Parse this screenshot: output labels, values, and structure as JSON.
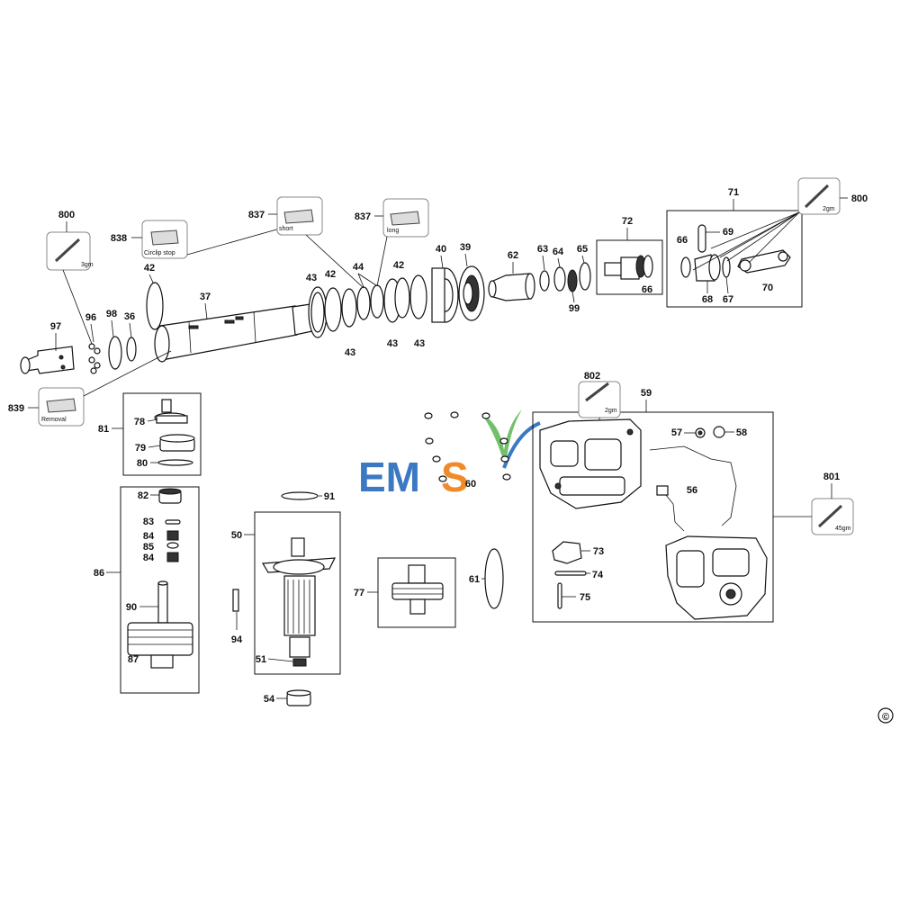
{
  "logo": {
    "text_em": "EM",
    "text_s": "S",
    "colors": {
      "blue": "#3b79c2",
      "orange": "#f08a2a",
      "green": "#5ab552"
    }
  },
  "copyright": "©",
  "tool_cards": {
    "c800_left": {
      "number": "800",
      "caption": "3gm"
    },
    "c838": {
      "number": "838",
      "caption": "Circlip stop"
    },
    "c837_short": {
      "number": "837",
      "caption": "short"
    },
    "c837_long": {
      "number": "837",
      "caption": "long"
    },
    "c839": {
      "number": "839",
      "caption": "Removal"
    },
    "c800_right": {
      "number": "800",
      "caption": "2gm"
    },
    "c802": {
      "number": "802",
      "caption": "2gm"
    },
    "c801": {
      "number": "801",
      "caption": "45gm"
    }
  },
  "callouts": {
    "p97": "97",
    "p96": "96",
    "p98": "98",
    "p36": "36",
    "p42a": "42",
    "p37": "37",
    "p43a": "43",
    "p42b": "42",
    "p44": "44",
    "p43b": "43",
    "p43c": "43",
    "p42c": "42",
    "p43d": "43",
    "p40": "40",
    "p39": "39",
    "p62": "62",
    "p63": "63",
    "p64": "64",
    "p65": "65",
    "p99": "99",
    "p72": "72",
    "p66a": "66",
    "p71": "71",
    "p69": "69",
    "p66b": "66",
    "p68": "68",
    "p67": "67",
    "p70": "70",
    "p81": "81",
    "p78": "78",
    "p79": "79",
    "p80": "80",
    "p86": "86",
    "p82": "82",
    "p83": "83",
    "p84a": "84",
    "p85": "85",
    "p84b": "84",
    "p90": "90",
    "p87": "87",
    "p50": "50",
    "p91": "91",
    "p94": "94",
    "p51": "51",
    "p54": "54",
    "p77": "77",
    "p61": "61",
    "p60": "60",
    "p59": "59",
    "p57": "57",
    "p58": "58",
    "p56": "56",
    "p73": "73",
    "p74": "74",
    "p75": "75"
  }
}
